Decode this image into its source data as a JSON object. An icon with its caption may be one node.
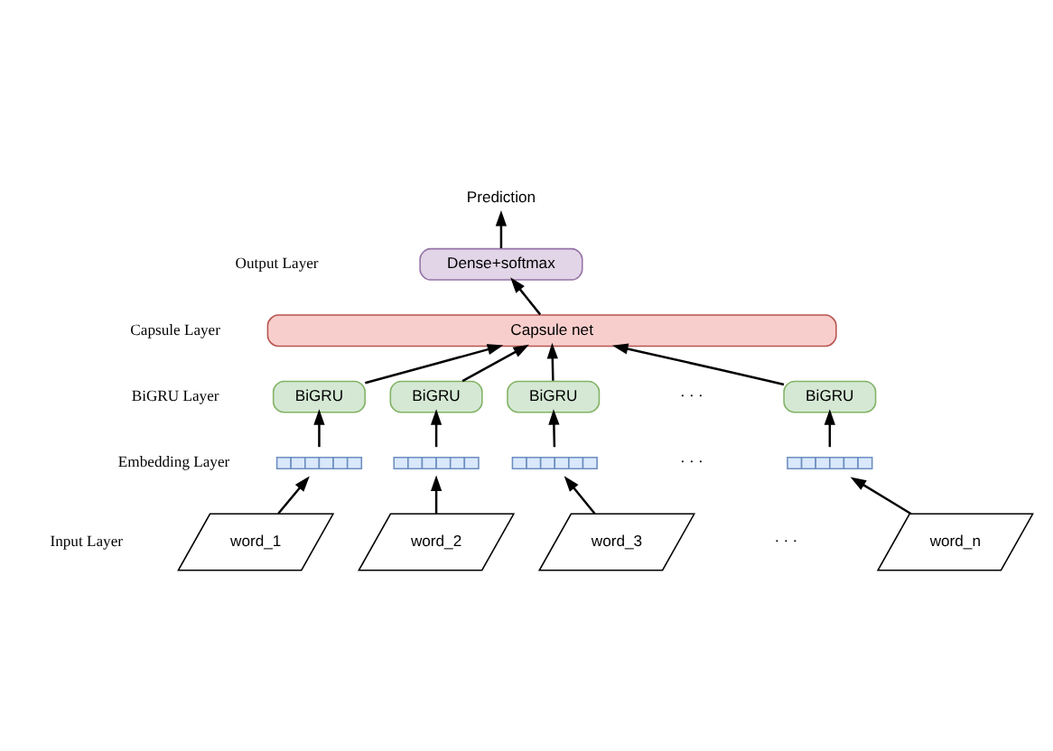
{
  "diagram": {
    "nodes": [
      {
        "text": [
          "Prediction"
        ]
      },
      {
        "text": [
          "Dense+softmax"
        ]
      },
      {
        "text": [
          "Capsule net"
        ]
      },
      {
        "text": [
          "BiGRU"
        ]
      },
      {
        "text": [
          "BiGRU"
        ]
      },
      {
        "text": [
          "BiGRU"
        ]
      },
      {
        "text": [
          "BiGRU"
        ]
      },
      {
        "text": [],
        "shape": "bar"
      },
      {
        "text": [],
        "shape": "bar"
      },
      {
        "text": [],
        "shape": "bar"
      },
      {
        "text": [],
        "shape": "bar"
      },
      {
        "text": [
          "word_1"
        ]
      },
      {
        "text": [
          "word_2"
        ]
      },
      {
        "text": [
          "word_3"
        ]
      },
      {
        "text": [
          "word_n"
        ]
      }
    ],
    "edges": [
      {
        "from": 1,
        "to": 0,
        "arrow": "to"
      },
      {
        "from": 2,
        "to": 1,
        "arrow": "to"
      },
      {
        "from": 3,
        "to": 2,
        "arrow": "to"
      },
      {
        "from": 4,
        "to": 2,
        "arrow": "to"
      },
      {
        "from": 5,
        "to": 2,
        "arrow": "to"
      },
      {
        "from": 6,
        "to": 2,
        "arrow": "to"
      },
      {
        "from": 7,
        "to": 3,
        "arrow": "to"
      },
      {
        "from": 8,
        "to": 4,
        "arrow": "to"
      },
      {
        "from": 9,
        "to": 5,
        "arrow": "to"
      },
      {
        "from": 10,
        "to": 6,
        "arrow": "to"
      },
      {
        "from": 11,
        "to": 7,
        "arrow": "to"
      },
      {
        "from": 12,
        "to": 8,
        "arrow": "to"
      },
      {
        "from": 13,
        "to": 9,
        "arrow": "to"
      },
      {
        "from": 14,
        "to": 10,
        "arrow": "to"
      }
    ],
    "labels": [
      "Output Layer",
      "Capsule Layer",
      "BiGRU Layer",
      "· · ·",
      "Embedding Layer",
      "· · ·",
      "Input Layer",
      "· · ·"
    ]
  }
}
